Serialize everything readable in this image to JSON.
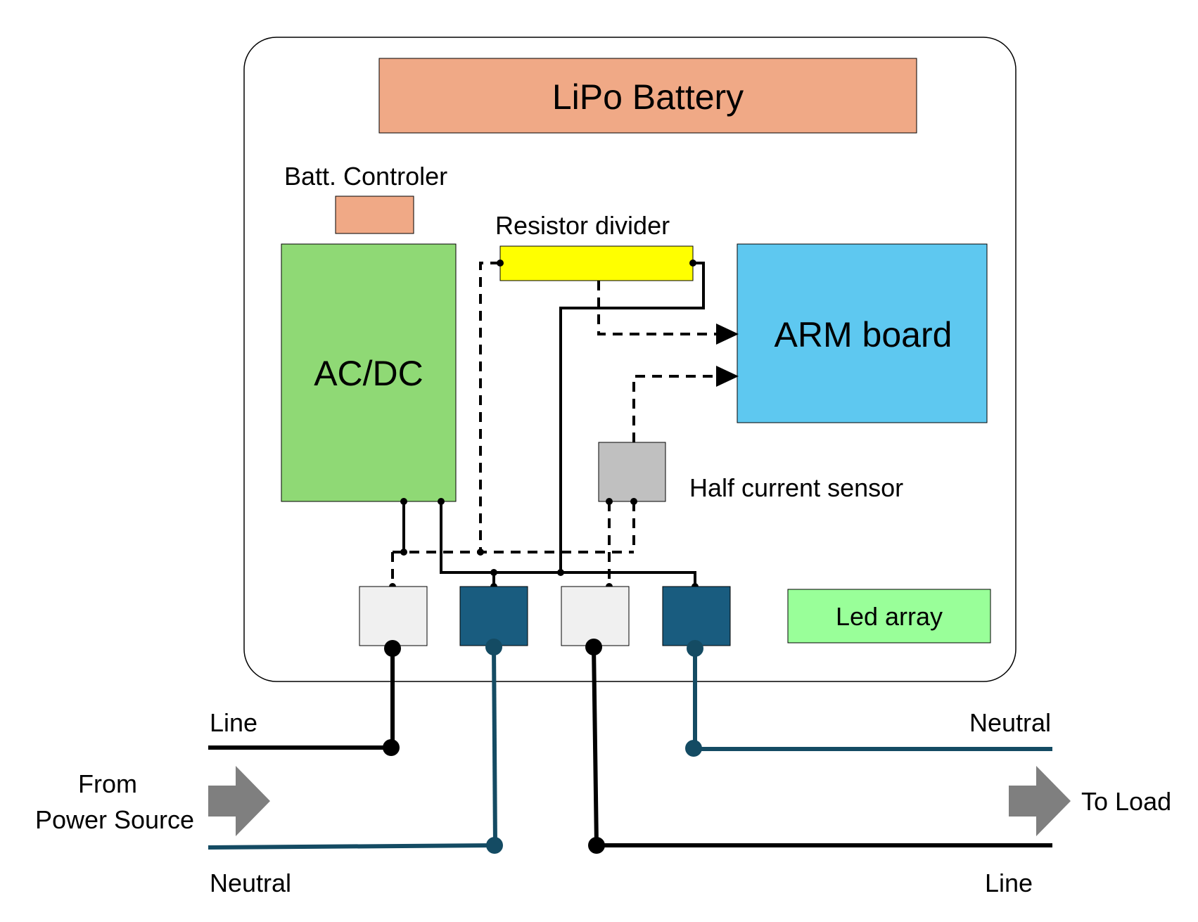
{
  "diagram": {
    "blocks": {
      "battery": "LiPo Battery",
      "batt_controller": "Batt. Controler",
      "resistor_divider": "Resistor divider",
      "acdc": "AC/DC",
      "arm_board": "ARM board",
      "current_sensor": "Half current sensor",
      "led_array": "Led array"
    },
    "terminals": {
      "input_line": "Line",
      "input_neutral": "Neutral",
      "output_neutral": "Neutral",
      "output_line": "Line"
    },
    "arrows": {
      "from_source": "From\nPower Source",
      "to_load": "To Load"
    },
    "colors": {
      "battery": "#f0a986",
      "batt_controller": "#f0a986",
      "resistor": "#ffff00",
      "acdc": "#8fd975",
      "arm": "#5ec8f0",
      "sensor": "#c0c0c0",
      "led": "#99ff99",
      "terminal_light": "#f0f0f0",
      "terminal_dark": "#195c7f",
      "neutral_wire": "#144b63",
      "line_wire": "#000000",
      "arrow": "#7f7f7f"
    }
  }
}
